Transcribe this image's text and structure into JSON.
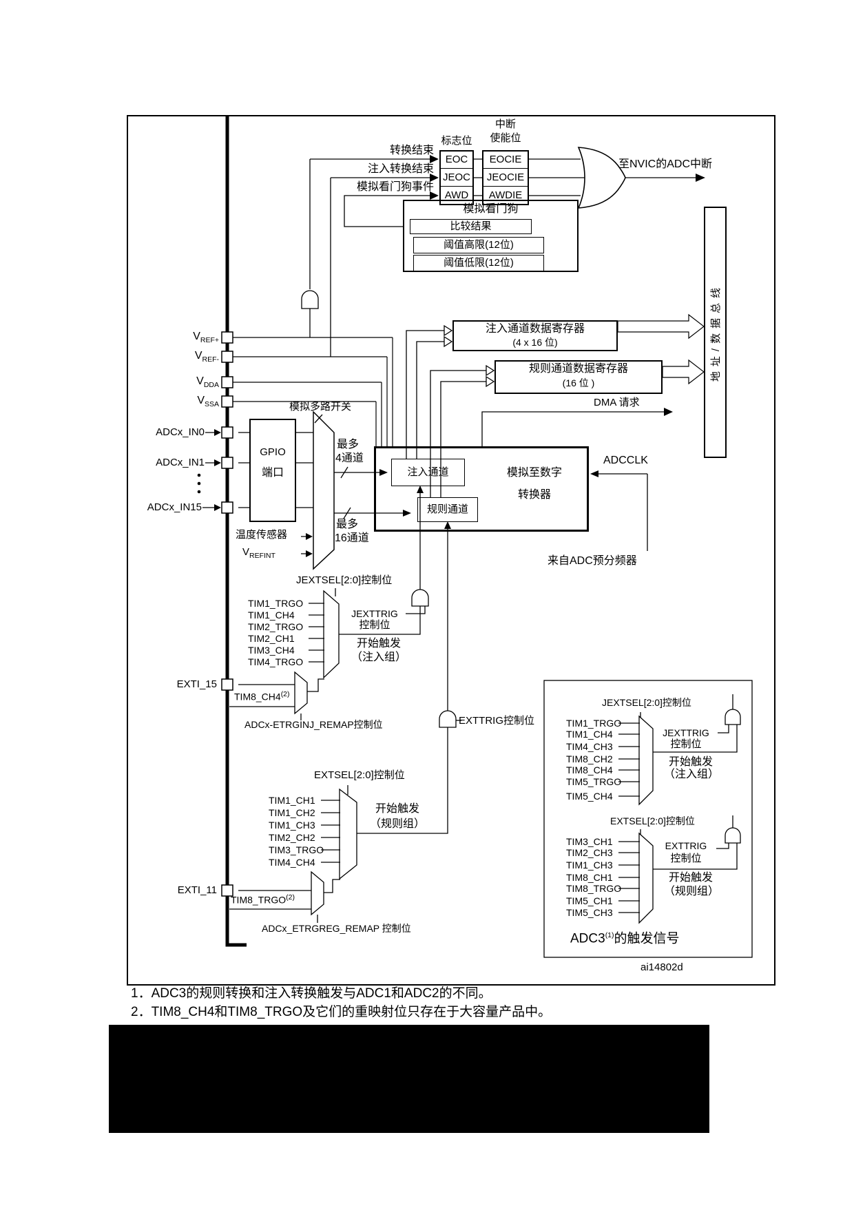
{
  "figure_id": "ai14802d",
  "colors": {
    "line": "#000000",
    "background": "#ffffff",
    "redaction": "#000000"
  },
  "interrupts": {
    "flag_header": "标志位",
    "enable_header1": "中断",
    "enable_header2": "使能位",
    "events": [
      "转换结束",
      "注入转换结束",
      "模拟看门狗事件"
    ],
    "flags": [
      "EOC",
      "JEOC",
      "AWD"
    ],
    "enables": [
      "EOCIE",
      "JEOCIE",
      "AWDIE"
    ],
    "nvic": "至NVIC的ADC中断"
  },
  "watchdog": {
    "title": "模拟看门狗",
    "compare": "比较结果",
    "high": "阈值高限(12位)",
    "low": "阈值低限(12位)"
  },
  "registers": {
    "injected1": "注入通道数据寄存器",
    "injected2": "(4 x 16 位)",
    "regular1": "规则通道数据寄存器",
    "regular2": "(16 位 )",
    "dma": "DMA 请求",
    "bus": "地址/数据总线"
  },
  "pins": {
    "vref_p": {
      "v": "V",
      "sub": "REF+"
    },
    "vref_m": {
      "v": "V",
      "sub": "REF-"
    },
    "vdda": {
      "v": "V",
      "sub": "DDA"
    },
    "vssa": {
      "v": "V",
      "sub": "SSA"
    },
    "in0": "ADCx_IN0",
    "in1": "ADCx_IN1",
    "in15": "ADCx_IN15",
    "temp": "温度传感器",
    "vrefint": {
      "v": "V",
      "sub": "REFINT"
    }
  },
  "mux": {
    "title": "模拟多路开关",
    "max1": "最多",
    "ch4": "4通道",
    "max2": "最多",
    "ch16": "16通道"
  },
  "core": {
    "injected": "注入通道",
    "regular": "规则通道",
    "adc1": "模拟至数字",
    "adc2": "转换器",
    "adcclk": "ADCCLK",
    "prescaler": "来自ADC预分频器"
  },
  "inj_trig": {
    "sel": "JEXTSEL[2:0]控制位",
    "inputs": [
      "TIM1_TRGO",
      "TIM1_CH4",
      "TIM2_TRGO",
      "TIM2_CH1",
      "TIM3_CH4",
      "TIM4_TRGO"
    ],
    "gate1": "JEXTTRIG",
    "gate2": "控制位",
    "start1": "开始触发",
    "start2": "（注入组）",
    "exti": "EXTI_15",
    "tim8": "TIM8_CH4",
    "tim8_sup": "(2)",
    "remap": "ADCx-ETRGINJ_REMAP控制位"
  },
  "reg_trig": {
    "sel": "EXTSEL[2:0]控制位",
    "inputs": [
      "TIM1_CH1",
      "TIM1_CH2",
      "TIM1_CH3",
      "TIM2_CH2",
      "TIM3_TRGO",
      "TIM4_CH4"
    ],
    "gate": "EXTTRIG控制位",
    "start1": "开始触发",
    "start2": "（规则组）",
    "exti": "EXTI_11",
    "tim8": "TIM8_TRGO",
    "tim8_sup": "(2)",
    "remap": "ADCx_ETRGREG_REMAP 控制位"
  },
  "adc3": {
    "jsel": "JEXTSEL[2:0]控制位",
    "jinputs": [
      "TIM1_TRGO",
      "TIM1_CH4",
      "TIM4_CH3",
      "TIM8_CH2",
      "TIM8_CH4",
      "TIM5_TRGO",
      "TIM5_CH4"
    ],
    "jgate1": "JEXTTRIG",
    "jgate2": "控制位",
    "jstart1": "开始触发",
    "jstart2": "（注入组）",
    "esel": "EXTSEL[2:0]控制位",
    "einputs": [
      "TIM3_CH1",
      "TIM2_CH3",
      "TIM1_CH3",
      "TIM8_CH1",
      "TIM8_TRGO",
      "TIM5_CH1",
      "TIM5_CH3"
    ],
    "egate1": "EXTTRIG",
    "egate2": "控制位",
    "estart1": "开始触发",
    "estart2": "（规则组）",
    "title1": "ADC3",
    "title_sup": "(1)",
    "title2": "的触发信号"
  },
  "notes": [
    "1．ADC3的规则转换和注入转换触发与ADC1和ADC2的不同。",
    "2．TIM8_CH4和TIM8_TRGO及它们的重映射位只存在于大容量产品中。"
  ]
}
